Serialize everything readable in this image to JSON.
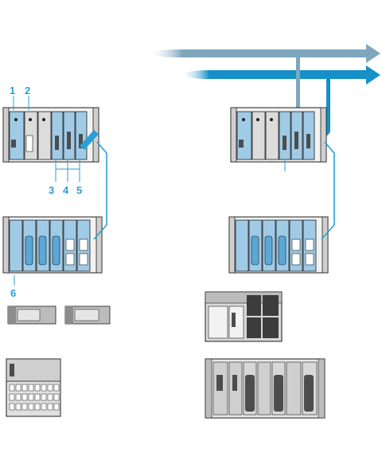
{
  "callouts": [
    {
      "id": "c1",
      "text": "1"
    },
    {
      "id": "c2",
      "text": "2"
    },
    {
      "id": "c3",
      "text": "3"
    },
    {
      "id": "c4",
      "text": "4"
    },
    {
      "id": "c5",
      "text": "5"
    },
    {
      "id": "c6",
      "text": "6"
    }
  ],
  "colors": {
    "cable": "#2a9fd6",
    "network_light": "#7ea6bc",
    "network_dark": "#1590c9",
    "module_blue": "#9fcbe6",
    "module_blue_dark": "#5aa8d6",
    "chassis_gray": "#a8a8a8",
    "outline": "#1e1e1e"
  },
  "icons": [
    "plc-rack",
    "expansion-rack",
    "power-supply-module",
    "io-module",
    "network-arrow",
    "connector-cable"
  ]
}
